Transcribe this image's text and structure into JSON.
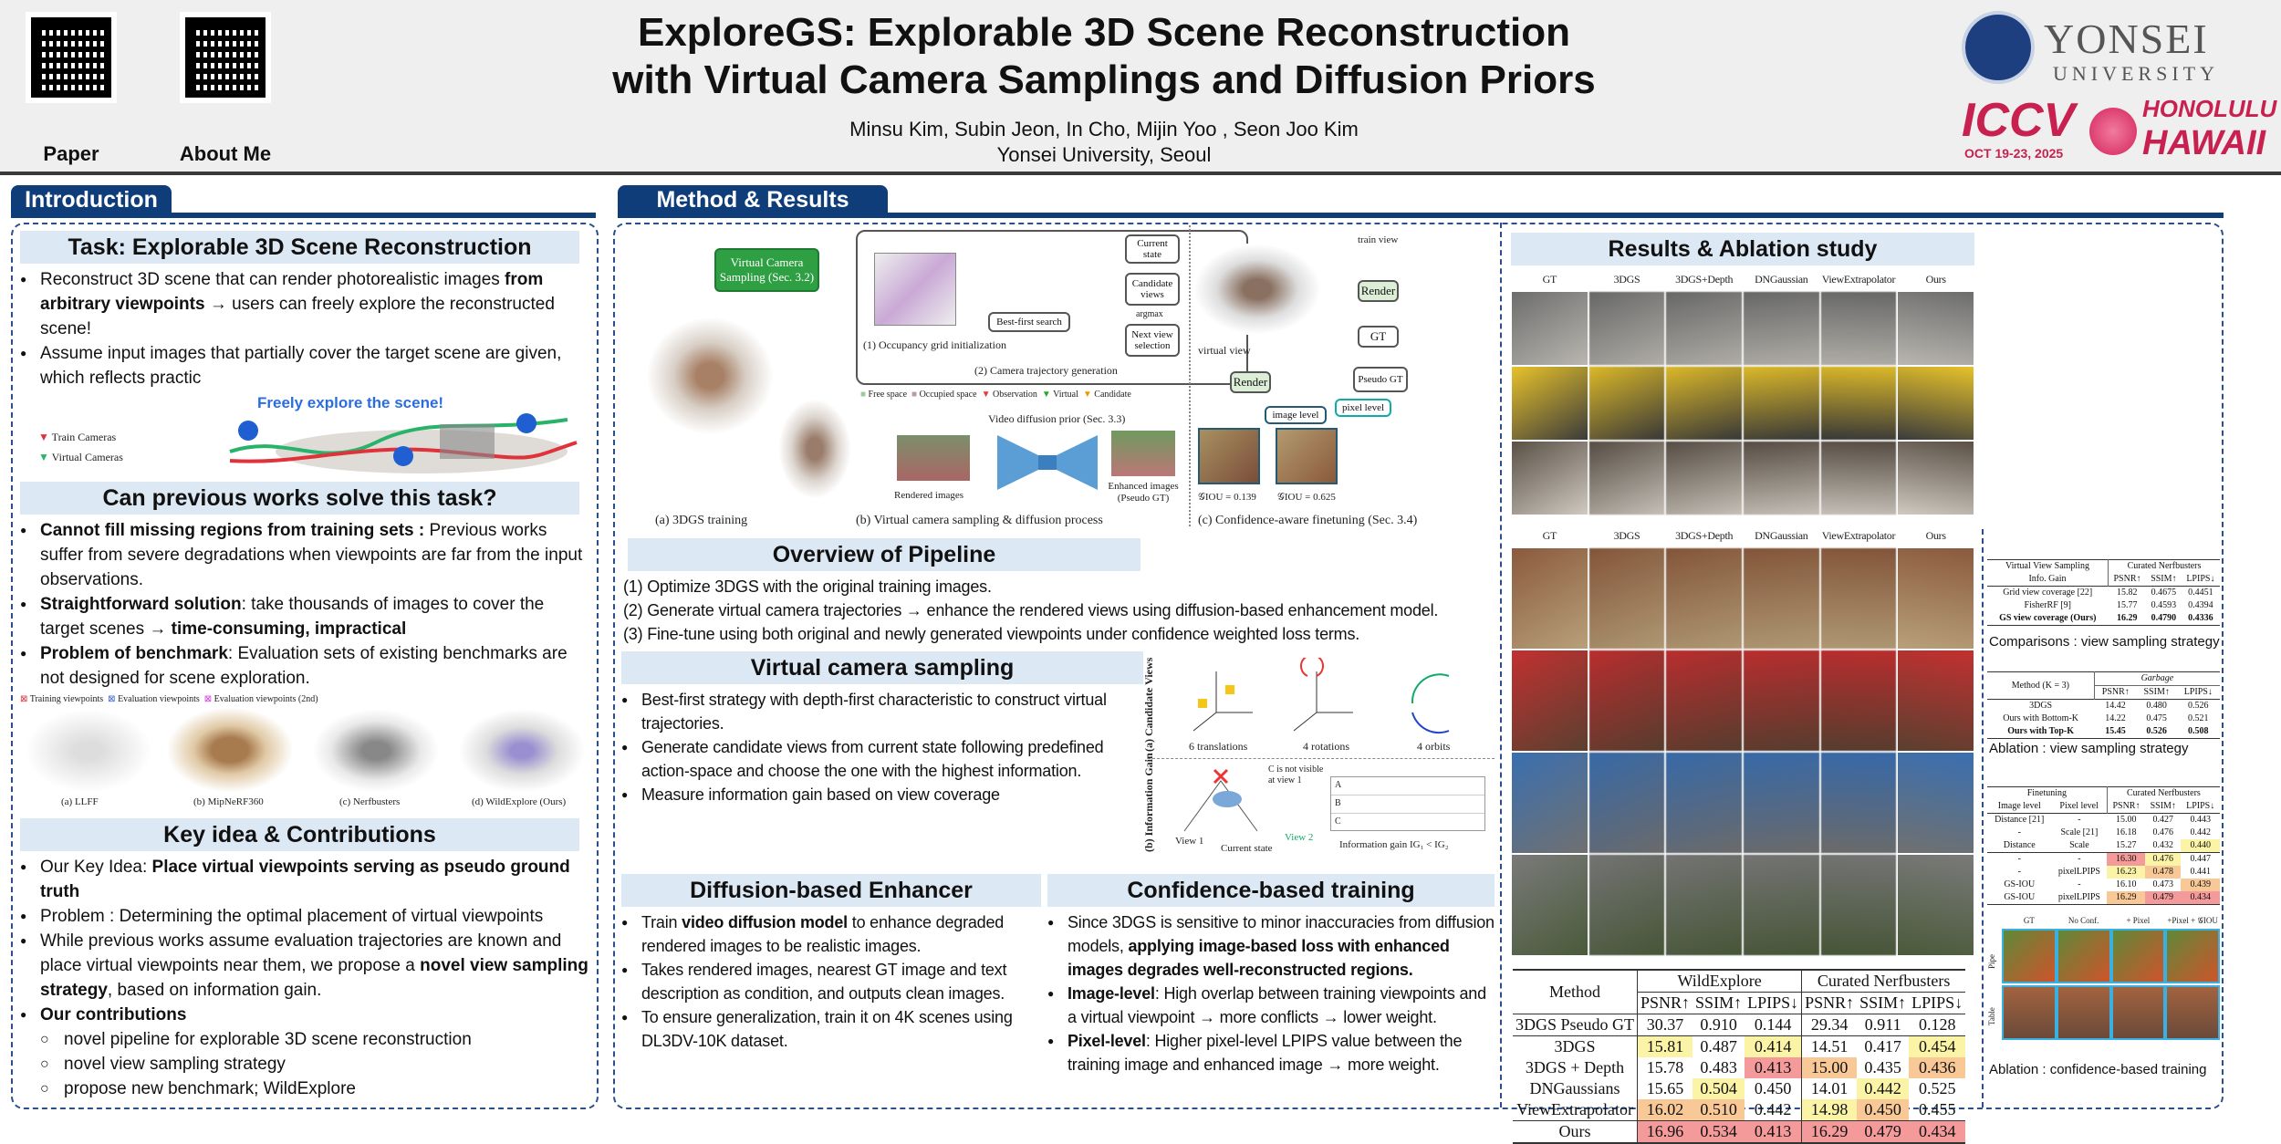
{
  "header": {
    "title_line1": "ExploreGS: Explorable 3D Scene Reconstruction",
    "title_line2": "with Virtual Camera Samplings and Diffusion Priors",
    "authors": "Minsu Kim, Subin Jeon, In Cho, Mijin Yoo , Seon Joo Kim",
    "affiliation": "Yonsei University, Seoul",
    "qr_paper_label": "Paper",
    "qr_about_label": "About Me",
    "yonsei_logo": "YONSEI",
    "yonsei_logo_sub": "UNIVERSITY",
    "iccv_logo": "ICCV",
    "iccv_date": "OCT 19-23, 2025",
    "iccv_location1": "HONOLULU",
    "iccv_location2": "HAWAII"
  },
  "colors": {
    "section": "#0f3d7a",
    "subheading": "#dde8f5",
    "highlight_yellow": "#fbf3a6",
    "highlight_orange": "#f8c896",
    "highlight_red": "#f49a9a"
  },
  "intro": {
    "tab": "Introduction",
    "task_heading": "Task: Explorable 3D Scene Reconstruction",
    "task_bullets": [
      [
        {
          "t": "Reconstruct 3D scene that can render photorealistic images "
        },
        {
          "t": "from arbitrary viewpoints",
          "b": 1
        },
        {
          "t": " → users can freely explore the reconstructed scene!"
        }
      ],
      [
        {
          "t": "Assume input images that partially cover the target scene are given, which reflects practic"
        }
      ]
    ],
    "fig1": {
      "callout": "Freely explore the scene!",
      "legend_train": "Train Cameras",
      "legend_virtual": "Virtual Cameras"
    },
    "prev_heading": "Can previous works solve this task?",
    "prev_bullets": [
      [
        {
          "t": "Cannot fill missing regions from training sets :",
          "b": 1
        },
        {
          "t": " Previous works suffer from severe degradations when viewpoints are far from the input observations."
        }
      ],
      [
        {
          "t": "Straightforward solution",
          "b": 1
        },
        {
          "t": ": take thousands of images to cover the target scenes → "
        },
        {
          "t": "time-consuming, impractical",
          "b": 1
        }
      ],
      [
        {
          "t": "Problem of benchmark",
          "b": 1
        },
        {
          "t": ": Evaluation sets of existing benchmarks are not designed for scene exploration."
        }
      ]
    ],
    "fig2": {
      "legend": [
        "Training viewpoints",
        "Evaluation viewpoints",
        "Evaluation viewpoints (2nd)"
      ],
      "captions": [
        "(a) LLFF",
        "(b) MipNeRF360",
        "(c) Nerfbusters",
        "(d) WildExplore (Ours)"
      ]
    },
    "key_heading": "Key idea & Contributions",
    "key_bullets": [
      [
        {
          "t": "Our Key Idea: "
        },
        {
          "t": "Place virtual viewpoints serving as pseudo ground truth",
          "b": 1
        }
      ],
      [
        {
          "t": "Problem : Determining the optimal placement of virtual viewpoints"
        }
      ],
      [
        {
          "t": "While previous works assume evaluation trajectories are known and place virtual viewpoints near them, we propose a "
        },
        {
          "t": "novel view sampling strategy",
          "b": 1
        },
        {
          "t": ", based on information gain."
        }
      ],
      [
        {
          "t": "Our contributions",
          "b": 1
        }
      ]
    ],
    "contributions": [
      "novel pipeline for explorable 3D scene reconstruction",
      "novel view sampling strategy",
      "propose new benchmark; WildExplore"
    ]
  },
  "method": {
    "tab": "Method & Results",
    "pipeline": {
      "vcs_box": "Virtual Camera Sampling (Sec. 3.2)",
      "occupancy": "(1) Occupancy grid initialization",
      "trajectory": "(2) Camera trajectory generation",
      "best_first": "Best-first search",
      "current_state": "Current state",
      "candidate_views": "Candidate views",
      "argmax": "argmax",
      "next_view": "Next view selection",
      "legend": [
        "Free space",
        "Occupied space",
        "Observation",
        "Virtual",
        "Candidate"
      ],
      "video_prior": "Video diffusion prior (Sec. 3.3)",
      "rendered": "Rendered images",
      "enhanced": "Enhanced images (Pseudo GT)",
      "cap_a": "(a) 3DGS training",
      "cap_b": "(b) Virtual camera sampling & diffusion process",
      "cap_c": "(c) Confidence-aware finetuning (Sec. 3.4)",
      "train_view": "train view",
      "virtual_view": "virtual view",
      "render": "Render",
      "gt": "GT",
      "pseudo_gt": "Pseudo GT",
      "image_level": "image level",
      "pixel_level": "pixel level",
      "giou1": "𝒢IOU = 0.139",
      "giou2": "𝒢IOU = 0.625"
    },
    "overview_heading": "Overview of Pipeline",
    "overview": [
      "(1) Optimize 3DGS with the original training images.",
      "(2) Generate virtual camera trajectories → enhance the rendered views using diffusion-based enhancement model.",
      "(3) Fine-tune using both original and newly generated viewpoints under confidence weighted loss terms."
    ],
    "vcs_heading": "Virtual camera sampling",
    "vcs_bullets": [
      [
        {
          "t": "Best-first strategy with depth-first characteristic to construct virtual trajectories."
        }
      ],
      [
        {
          "t": "Generate candidate views from current state following predefined action-space and choose the one with the highest information."
        }
      ],
      [
        {
          "t": "Measure information gain based on view coverage"
        }
      ]
    ],
    "vcs_fig": {
      "side_a": "(a) Candidate Views",
      "side_b": "(b) Information Gain",
      "translations": "6 translations",
      "rotations": "4 rotations",
      "orbits": "4 orbits",
      "not_visible": "C is not visible at view 1",
      "view1": "View 1",
      "current": "Current state",
      "view2": "View 2",
      "ig": "Information gain  IG₁ < IG₂",
      "rows": [
        "A",
        "B",
        "C"
      ]
    },
    "diff_heading": "Diffusion-based Enhancer",
    "diff_bullets": [
      [
        {
          "t": "Train "
        },
        {
          "t": "video diffusion model",
          "b": 1
        },
        {
          "t": " to enhance degraded rendered images to be realistic images."
        }
      ],
      [
        {
          "t": "Takes rendered images, nearest GT image and text description as condition, and outputs clean images."
        }
      ],
      [
        {
          "t": "To ensure generalization, train it on 4K scenes using DL3DV-10K dataset."
        }
      ]
    ],
    "conf_heading": "Confidence-based training",
    "conf_bullets": [
      [
        {
          "t": "Since 3DGS is sensitive to minor inaccuracies from diffusion models, "
        },
        {
          "t": "applying image-based loss with enhanced images degrades well-reconstructed regions.",
          "b": 1
        }
      ],
      [
        {
          "t": "Image-level",
          "b": 1
        },
        {
          "t": ": High overlap between training viewpoints and a virtual viewpoint → more conflicts → lower weight."
        }
      ],
      [
        {
          "t": "Pixel-level",
          "b": 1
        },
        {
          "t": ": Higher pixel-level LPIPS value between the training image and enhanced image → more weight."
        }
      ]
    ]
  },
  "results": {
    "heading": "Results & Ablation study",
    "grid1_labels": [
      "GT",
      "3DGS",
      "3DGS+Depth",
      "DNGaussian",
      "ViewExtrapolator",
      "Ours"
    ],
    "grid2_labels": [
      "GT",
      "3DGS",
      "3DGS+Depth",
      "DNGaussian",
      "ViewExtrapolator",
      "Ours"
    ],
    "main_table": {
      "method_header": "Method",
      "group1": "WildExplore",
      "group2": "Curated Nerfbusters",
      "metrics": [
        "PSNR↑",
        "SSIM↑",
        "LPIPS↓",
        "PSNR↑",
        "SSIM↑",
        "LPIPS↓"
      ],
      "rows": [
        {
          "method": "3DGS Pseudo GT",
          "values": [
            "30.37",
            "0.910",
            "0.144",
            "29.34",
            "0.911",
            "0.128"
          ],
          "highlight": [
            "",
            "",
            "",
            "",
            "",
            ""
          ]
        },
        {
          "method": "3DGS",
          "values": [
            "15.81",
            "0.487",
            "0.414",
            "14.51",
            "0.417",
            "0.454"
          ],
          "highlight": [
            "y",
            "",
            "y",
            "",
            "",
            "y"
          ]
        },
        {
          "method": "3DGS + Depth",
          "values": [
            "15.78",
            "0.483",
            "0.413",
            "15.00",
            "0.435",
            "0.436"
          ],
          "highlight": [
            "",
            "",
            "r",
            "o",
            "",
            "o"
          ]
        },
        {
          "method": "DNGaussians",
          "values": [
            "15.65",
            "0.504",
            "0.450",
            "14.01",
            "0.442",
            "0.525"
          ],
          "highlight": [
            "",
            "y",
            "",
            "",
            "y",
            ""
          ]
        },
        {
          "method": "ViewExtrapolator",
          "values": [
            "16.02",
            "0.510",
            "0.442",
            "14.98",
            "0.450",
            "0.455"
          ],
          "highlight": [
            "o",
            "o",
            "",
            "y",
            "o",
            ""
          ]
        },
        {
          "method": "Ours",
          "values": [
            "16.96",
            "0.534",
            "0.413",
            "16.29",
            "0.479",
            "0.434"
          ],
          "highlight": [
            "r",
            "r",
            "r",
            "r",
            "r",
            "r"
          ]
        }
      ]
    },
    "table_sampling": {
      "h1": "Virtual View Sampling",
      "h2": "Curated Nerfbusters",
      "sub": "Info. Gain",
      "metrics": [
        "PSNR↑",
        "SSIM↑",
        "LPIPS↓"
      ],
      "rows": [
        {
          "cells": [
            "Grid view coverage [22]",
            "15.82",
            "0.4675",
            "0.4451"
          ]
        },
        {
          "cells": [
            "FisherRF [9]",
            "15.77",
            "0.4593",
            "0.4394"
          ]
        },
        {
          "cells": [
            "GS view coverage (Ours)",
            "16.29",
            "0.4790",
            "0.4336"
          ],
          "bold": true
        }
      ],
      "caption": "Comparisons : view sampling strategy"
    },
    "table_topk": {
      "h1": "Method (K = 3)",
      "h2": "Garbage",
      "metrics": [
        "PSNR↑",
        "SSIM↑",
        "LPIPS↓"
      ],
      "rows": [
        {
          "cells": [
            "3DGS",
            "14.42",
            "0.480",
            "0.526"
          ]
        },
        {
          "cells": [
            "Ours with Bottom-K",
            "14.22",
            "0.475",
            "0.521"
          ]
        },
        {
          "cells": [
            "Ours with Top-K",
            "15.45",
            "0.526",
            "0.508"
          ],
          "bold": true
        }
      ],
      "caption": "Ablation : view sampling strategy"
    },
    "table_conf": {
      "h1": "Finetuning",
      "h2": "Curated Nerfbusters",
      "sub": [
        "Image level",
        "Pixel level"
      ],
      "metrics": [
        "PSNR↑",
        "SSIM↑",
        "LPIPS↓"
      ],
      "rows": [
        {
          "cells": [
            "Distance [21]",
            "-",
            "15.00",
            "0.427",
            "0.443"
          ],
          "highlight": [
            "",
            "",
            "",
            "",
            ""
          ]
        },
        {
          "cells": [
            "-",
            "Scale [21]",
            "16.18",
            "0.476",
            "0.442"
          ],
          "highlight": [
            "",
            "",
            "",
            "",
            ""
          ]
        },
        {
          "cells": [
            "Distance",
            "Scale",
            "15.27",
            "0.432",
            "0.440"
          ],
          "highlight": [
            "",
            "",
            "",
            "",
            "y"
          ]
        },
        {
          "cells": [
            "-",
            "-",
            "16.30",
            "0.476",
            "0.447"
          ],
          "highlight": [
            "",
            "",
            "r",
            "y",
            ""
          ]
        },
        {
          "cells": [
            "-",
            "pixelLPIPS",
            "16.23",
            "0.478",
            "0.441"
          ],
          "highlight": [
            "",
            "",
            "y",
            "o",
            ""
          ]
        },
        {
          "cells": [
            "GS-IOU",
            "-",
            "16.10",
            "0.473",
            "0.439"
          ],
          "highlight": [
            "",
            "",
            "",
            "",
            "o"
          ]
        },
        {
          "cells": [
            "GS-IOU",
            "pixelLPIPS",
            "16.29",
            "0.479",
            "0.434"
          ],
          "highlight": [
            "",
            "",
            "o",
            "r",
            "r"
          ]
        }
      ],
      "strip_labels": [
        "GT",
        "No Conf.",
        "+ Pixel",
        "+Pixel + 𝒢IOU"
      ],
      "strip_rows": [
        "Pipe",
        "Table"
      ],
      "caption": "Ablation : confidence-based training"
    }
  }
}
